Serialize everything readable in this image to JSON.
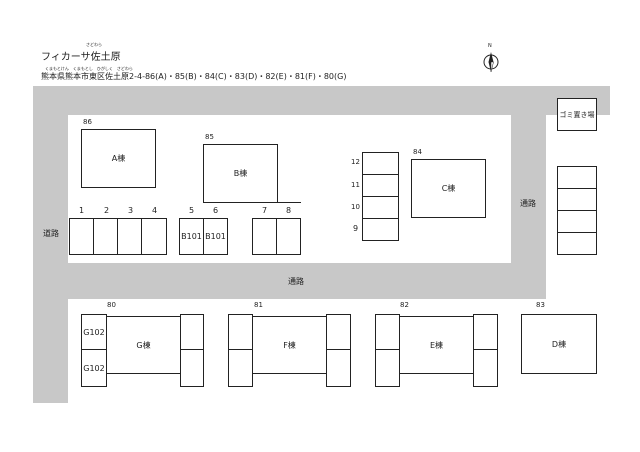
{
  "header": {
    "title": "フィカーサ佐土原",
    "title_ruby": "さどわら",
    "address": "熊本県熊本市東区佐土原2-4-86(A)・85(B)・84(C)・83(D)・82(E)・81(F)・80(G)",
    "address_ruby": "くまもとけん　くまもとし　ひがしく　さどわら"
  },
  "compass": {
    "label": "N"
  },
  "roads": {
    "left": "道路",
    "right": "通路",
    "middle": "通路"
  },
  "garbage": {
    "label": "ゴミ置き場"
  },
  "buildings": {
    "a": {
      "number": "86",
      "name": "A棟"
    },
    "b": {
      "number": "85",
      "name": "B棟"
    },
    "c": {
      "number": "84",
      "name": "C棟"
    },
    "d": {
      "number": "83",
      "name": "D棟"
    },
    "e": {
      "number": "82",
      "name": "E棟"
    },
    "f": {
      "number": "81",
      "name": "F棟"
    },
    "g": {
      "number": "80",
      "name": "G棟",
      "unit1": "G102",
      "unit2": "G102"
    }
  },
  "parking_top": {
    "s1": "1",
    "s2": "2",
    "s3": "3",
    "s4": "4",
    "s5": "5",
    "s6": "6",
    "s7": "7",
    "s8": "8",
    "b101a": "B101",
    "b101b": "B101"
  },
  "parking_right": {
    "s9": "9",
    "s10": "10",
    "s11": "11",
    "s12": "12"
  }
}
